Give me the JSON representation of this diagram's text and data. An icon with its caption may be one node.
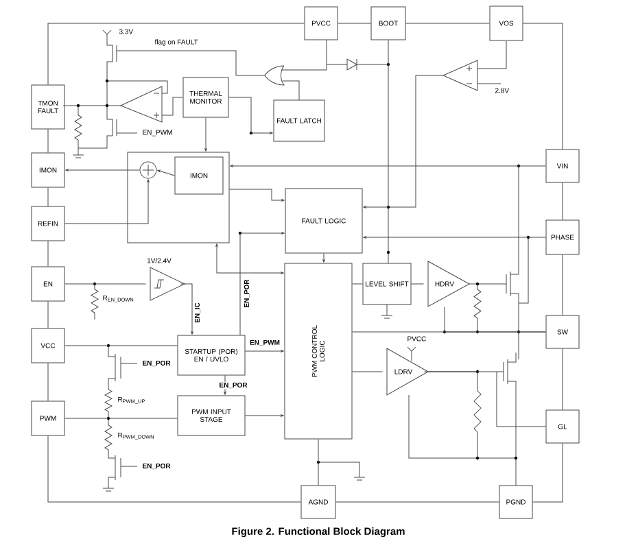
{
  "diagram": {
    "caption": "Figure 2.      Functional Block Diagram",
    "nodes": [
      {
        "text": [
          "PVCC"
        ]
      },
      {
        "text": [
          "BOOT"
        ]
      },
      {
        "text": [
          "VOS"
        ]
      },
      {
        "text": [
          "TMON FAULT"
        ]
      },
      {
        "text": [
          "THERMAL MONITOR"
        ]
      },
      {
        "text": [
          "FAULT LATCH"
        ]
      },
      {
        "text": [
          "IMON"
        ]
      },
      {
        "text": [],
        "shape": "box"
      },
      {
        "text": [],
        "shape": "circle",
        "in": 7
      },
      {
        "text": [
          "IMON"
        ],
        "in": 7
      },
      {
        "text": [
          "REFIN"
        ]
      },
      {
        "text": [
          "VIN"
        ]
      },
      {
        "text": [
          "FAULT LOGIC"
        ]
      },
      {
        "text": [
          "PHASE"
        ]
      },
      {
        "text": [
          "EN"
        ]
      },
      {
        "text": [],
        "shape": "triangle",
        "beside": [
          "1V/2.4V"
        ]
      },
      {
        "text": [
          "LEVEL SHIFT"
        ]
      },
      {
        "text": [
          "HDRV"
        ]
      },
      {
        "text": [
          "PWM CONTROL LOGIC"
        ]
      },
      {
        "text": [
          "SW"
        ]
      },
      {
        "text": [
          "VCC"
        ]
      },
      {
        "text": [
          "STARTUP (POR) EN / UVLO"
        ]
      },
      {
        "text": [
          "LDRV"
        ]
      },
      {
        "text": [
          "PWM INPUT STAGE"
        ]
      },
      {
        "text": [
          "PWM"
        ]
      },
      {
        "text": [
          "GL"
        ]
      },
      {
        "text": [
          "AGND"
        ]
      },
      {
        "text": [
          "PGND"
        ]
      }
    ],
    "edges": [
      {
        "from": 0,
        "to": 1,
        "arrow": "none"
      },
      {
        "from": 1,
        "to": 2,
        "arrow": "none"
      },
      {
        "from": 2,
        "to": 11,
        "arrow": "none"
      },
      {
        "from": 11,
        "to": 13,
        "arrow": "none"
      },
      {
        "from": 13,
        "to": 19,
        "arrow": "none"
      },
      {
        "from": 19,
        "to": 25,
        "arrow": "none"
      },
      {
        "from": 25,
        "to": 27,
        "arrow": "none"
      },
      {
        "from": 0,
        "to": 3,
        "arrow": "none"
      },
      {
        "from": 3,
        "to": 6,
        "arrow": "none"
      },
      {
        "from": 6,
        "to": 10,
        "arrow": "none"
      },
      {
        "from": 10,
        "to": 14,
        "arrow": "none"
      },
      {
        "from": 14,
        "to": 20,
        "arrow": "none"
      },
      {
        "from": 20,
        "to": 24,
        "arrow": "none"
      },
      {
        "from": 24,
        "to": 26,
        "arrow": "none"
      },
      {
        "from": 26,
        "to": 27,
        "arrow": "none"
      },
      {
        "from": 9,
        "to": 8,
        "arrow": "to"
      },
      {
        "from": 8,
        "to": 6,
        "arrow": "to"
      },
      {
        "from": 10,
        "to": 8,
        "arrow": "to"
      },
      {
        "from": 4,
        "to": 7,
        "arrow": "to"
      },
      {
        "from": 4,
        "to": 5,
        "arrow": "to"
      },
      {
        "from": 7,
        "to": 12,
        "arrow": "to"
      },
      {
        "from": 11,
        "to": 7,
        "arrow": "to"
      },
      {
        "from": 13,
        "to": 12,
        "arrow": "to"
      },
      {
        "from": 1,
        "to": 12,
        "arrow": "to"
      },
      {
        "from": 12,
        "to": 18,
        "arrow": "to"
      },
      {
        "from": 18,
        "to": 16,
        "arrow": "none"
      },
      {
        "from": 16,
        "to": 17,
        "arrow": "none"
      },
      {
        "from": 18,
        "to": 22,
        "arrow": "none"
      },
      {
        "from": 18,
        "to": 19,
        "arrow": "none"
      },
      {
        "from": 14,
        "to": 15,
        "arrow": "none"
      },
      {
        "from": 15,
        "to": 21,
        "arrow": "to",
        "label": "EN_IC"
      },
      {
        "from": 21,
        "to": 12,
        "arrow": "to",
        "label": "EN_POR"
      },
      {
        "from": 21,
        "to": 18,
        "arrow": "to",
        "label": "EN_PWM"
      },
      {
        "from": 21,
        "to": 23,
        "arrow": "to",
        "label": "EN_POR"
      },
      {
        "from": 20,
        "to": 21,
        "arrow": "none"
      },
      {
        "from": 24,
        "to": 23,
        "arrow": "none"
      },
      {
        "from": 23,
        "to": 18,
        "arrow": "to"
      },
      {
        "from": 18,
        "to": 26,
        "arrow": "none"
      },
      {
        "from": 22,
        "to": 25,
        "arrow": "none"
      },
      {
        "from": 7,
        "to": 18,
        "arrow": "both"
      },
      {
        "from": 17,
        "to": 19,
        "arrow": "none"
      }
    ],
    "labels": [
      "3.3V",
      "flag on FAULT",
      "EN_PWM",
      "2.8V",
      "R$_{EN_DOWN}$",
      "EN_POR",
      "R$_{PWM_UP}$",
      "R$_{PWM_DOWN}$",
      "EN_POR",
      "PVCC"
    ]
  }
}
